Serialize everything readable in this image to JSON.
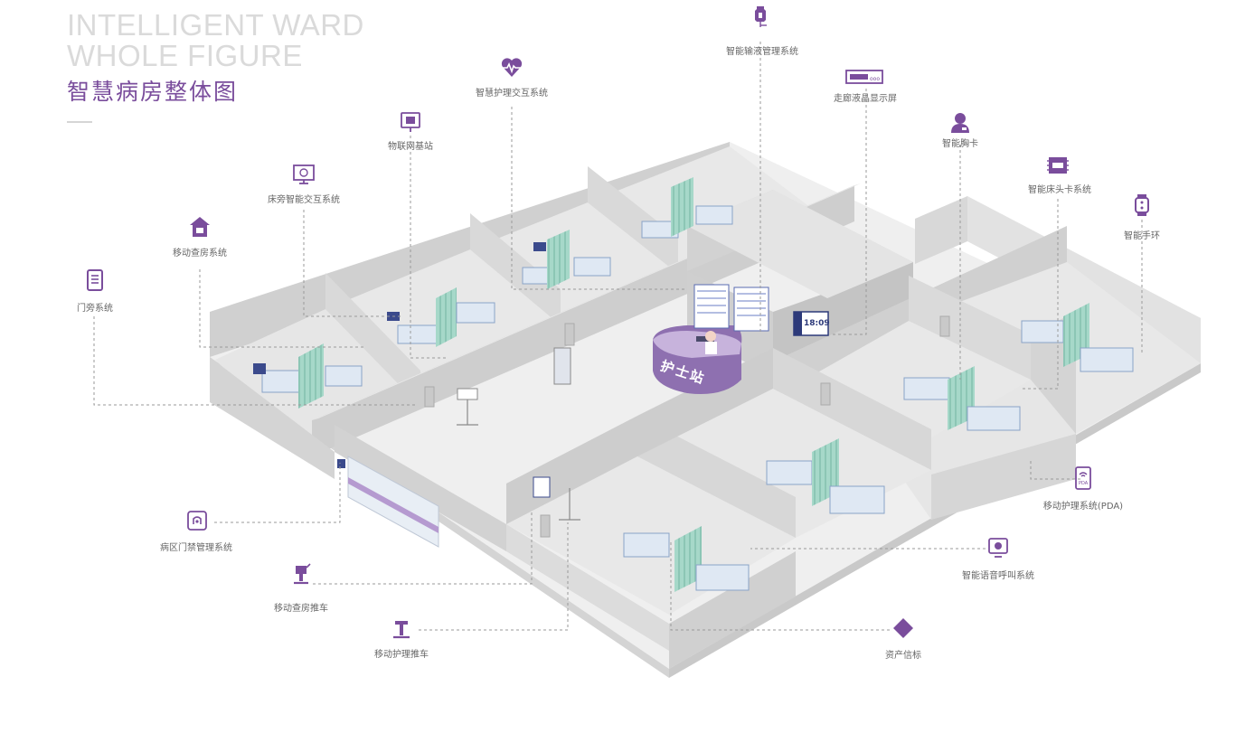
{
  "header": {
    "title_en_line1": "INTELLIGENT WARD",
    "title_en_line2": "WHOLE FIGURE",
    "title_cn": "智慧病房整体图"
  },
  "station_label": "护士站",
  "corridor_screen_time": "18:09",
  "systems": {
    "infusion": "智能输液管理系统",
    "nursing_interaction": "智慧护理交互系统",
    "corridor_lcd": "走廊液晶显示屏",
    "iot_base_station": "物联网基站",
    "smart_badge": "智能胸卡",
    "bedside_interaction": "床旁智能交互系统",
    "bedhead_card": "智能床头卡系统",
    "mobile_rounds": "移动查房系统",
    "smart_bracelet": "智能手环",
    "door_side": "门旁系统",
    "pda": "移动护理系统(PDA)",
    "access_control": "病区门禁管理系统",
    "voice_call": "智能语音呼叫系统",
    "rounds_cart": "移动查房推车",
    "nursing_cart": "移动护理推车",
    "asset_beacon": "资产信标"
  },
  "colors": {
    "accent": "#7a4d9c",
    "label_text": "#666666",
    "floor": "#eeeeee",
    "wall": "#dcdcdc",
    "curtain": "#9fd3c4"
  }
}
